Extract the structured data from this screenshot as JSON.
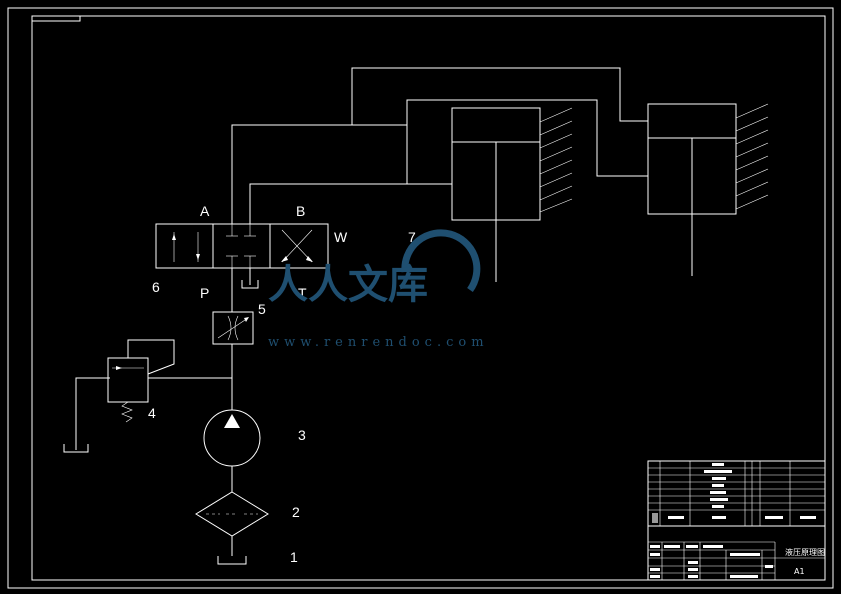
{
  "labels": {
    "port_a": "A",
    "port_b": "B",
    "port_p": "P",
    "port_t": "T",
    "port_w": "W",
    "n1": "1",
    "n2": "2",
    "n3": "3",
    "n4": "4",
    "n5": "5",
    "n6": "6",
    "n7": "7"
  },
  "title_block": {
    "drawing_title": "液压原理图",
    "sheet_size": "A1"
  },
  "watermark": {
    "text": "人人文库",
    "url": "www.renrendoc.com"
  },
  "colors": {
    "background": "#000000",
    "lines": "#ffffff",
    "watermark": "#1f4f70"
  }
}
